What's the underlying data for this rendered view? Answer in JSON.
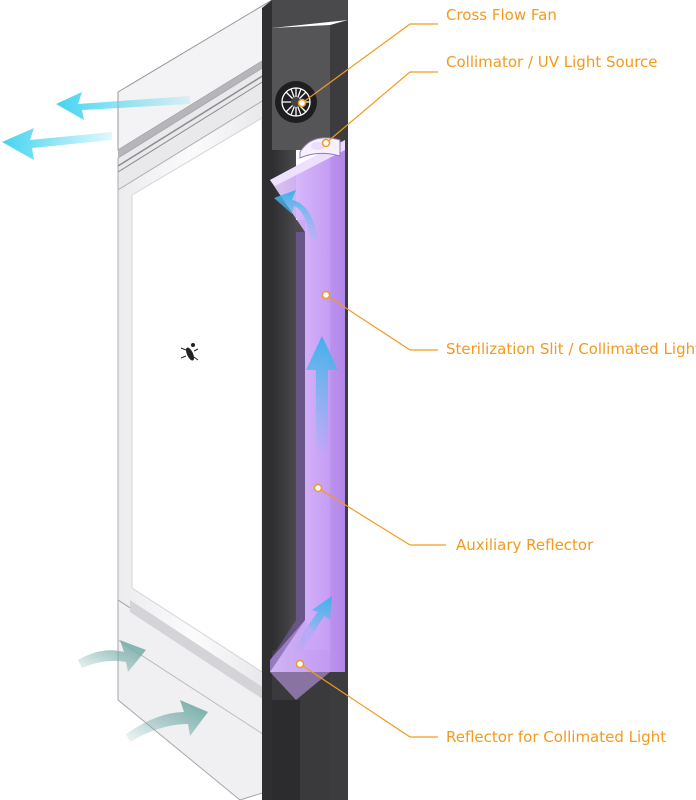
{
  "colors": {
    "callout": "#F39A1E",
    "uv_glow": "#C9A3F7",
    "uv_glow_edge": "#9E6CF2",
    "airflow_out": "#44D4F0",
    "airflow_in": "#6FA9A5",
    "frame_dark": "#3C3C3E",
    "frame_mid": "#555558",
    "glass": "#F4F4F6"
  },
  "icons": {
    "fan": "fan-icon",
    "uv_source": "uv-lamp-icon",
    "insect": "insect-icon",
    "arrows": "arrow-icon"
  },
  "callouts": [
    {
      "id": "cross-flow-fan",
      "label": "Cross Flow Fan"
    },
    {
      "id": "collimator",
      "label": "Collimator / UV Light Source"
    },
    {
      "id": "sterilization-slit",
      "label": "Sterilization Slit / Collimated Light"
    },
    {
      "id": "auxiliary-reflector",
      "label": "Auxiliary Reflector"
    },
    {
      "id": "reflector-collimated",
      "label": "Reflector for Collimated Light"
    }
  ]
}
